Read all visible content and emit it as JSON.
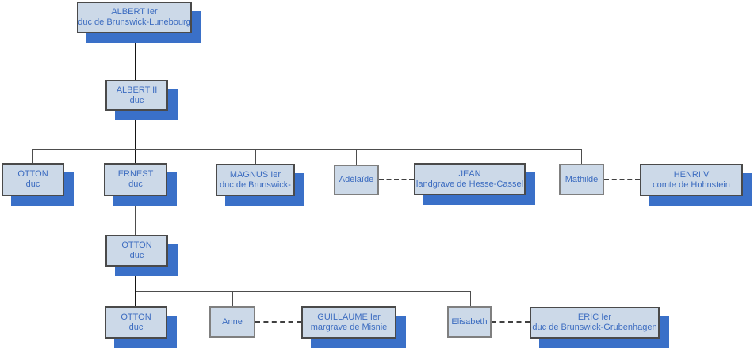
{
  "diagram": {
    "type": "family-tree-org-chart",
    "colors": {
      "box_fill": "#ccd9e8",
      "box_border": "#4a4a4a",
      "spouse_border": "#7f7f7f",
      "shadow_blue": "#3a70c8",
      "text_blue": "#3c6cc0",
      "line_color": "#4d4d4d"
    }
  },
  "nodes": {
    "albert1": {
      "name": "ALBERT Ier",
      "title": "duc de Brunswick-Lunebourg"
    },
    "albert2": {
      "name": "ALBERT II",
      "title": "duc"
    },
    "otton3": {
      "name": "OTTON",
      "title": "duc"
    },
    "ernest": {
      "name": "ERNEST",
      "title": "duc"
    },
    "magnus": {
      "name": "MAGNUS Ier",
      "title": "duc de Brunswick-"
    },
    "adelaide": {
      "name": "Adélaïde",
      "title": ""
    },
    "jean": {
      "name": "JEAN",
      "title": "landgrave de Hesse-Cassel"
    },
    "mathilde": {
      "name": "Mathilde",
      "title": ""
    },
    "henri": {
      "name": "HENRI V",
      "title": "comte de Hohnstein"
    },
    "otton4": {
      "name": "OTTON",
      "title": "duc"
    },
    "otton5": {
      "name": "OTTON",
      "title": "duc"
    },
    "anne": {
      "name": "Anne",
      "title": ""
    },
    "guillaume": {
      "name": "GUILLAUME Ier",
      "title": "margrave de Misnie"
    },
    "elisabeth": {
      "name": "Elisabeth",
      "title": ""
    },
    "eric": {
      "name": "ERIC Ier",
      "title": "duc de Brunswick-Grubenhagen"
    }
  }
}
